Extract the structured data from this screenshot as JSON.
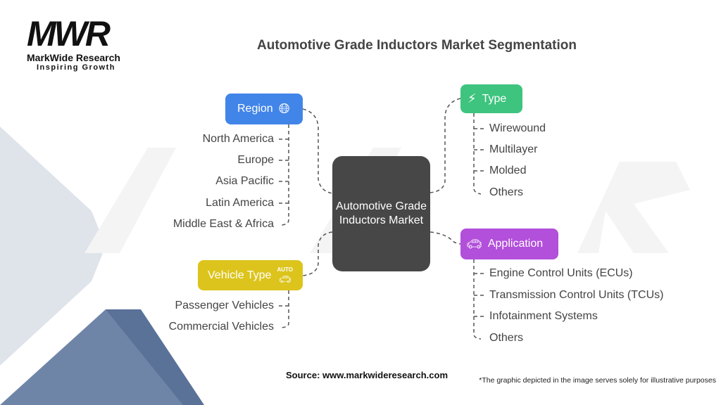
{
  "logo": {
    "mark": "MWR",
    "name": "MarkWide Research",
    "tagline": "Inspiring Growth"
  },
  "title": "Automotive Grade Inductors Market Segmentation",
  "center": "Automotive Grade Inductors Market",
  "region": {
    "label": "Region",
    "icon": "globe-icon",
    "color": "#4285e8",
    "items": [
      "North America",
      "Europe",
      "Asia Pacific",
      "Latin America",
      "Middle East & Africa"
    ]
  },
  "type": {
    "label": "Type",
    "icon": "plug-icon",
    "color": "#3ec47f",
    "items": [
      "Wirewound",
      "Multilayer",
      "Molded",
      "Others"
    ]
  },
  "application": {
    "label": "Application",
    "icon": "car-signal-icon",
    "color": "#b24fdb",
    "items": [
      "Engine Control Units (ECUs)",
      "Transmission Control Units (TCUs)",
      "Infotainment Systems",
      "Others"
    ]
  },
  "vehicle_type": {
    "label": "Vehicle Type",
    "icon": "auto-car-icon",
    "icon_text": "AUTO",
    "color": "#dcc41c",
    "items": [
      "Passenger Vehicles",
      "Commercial Vehicles"
    ]
  },
  "source": "Source: www.markwideresearch.com",
  "footnote": "*The graphic depicted in the image serves solely for illustrative purposes"
}
